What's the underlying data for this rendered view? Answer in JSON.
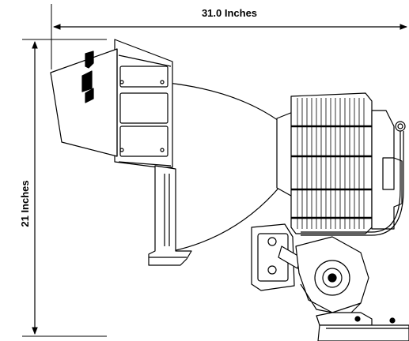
{
  "dimensions": {
    "width_label": "31.0 Inches",
    "height_label": "21 Inches"
  },
  "drawing": {
    "stroke_color": "#000000",
    "background_color": "#ffffff",
    "subject_icon": "fixture-side-view-line-art"
  }
}
